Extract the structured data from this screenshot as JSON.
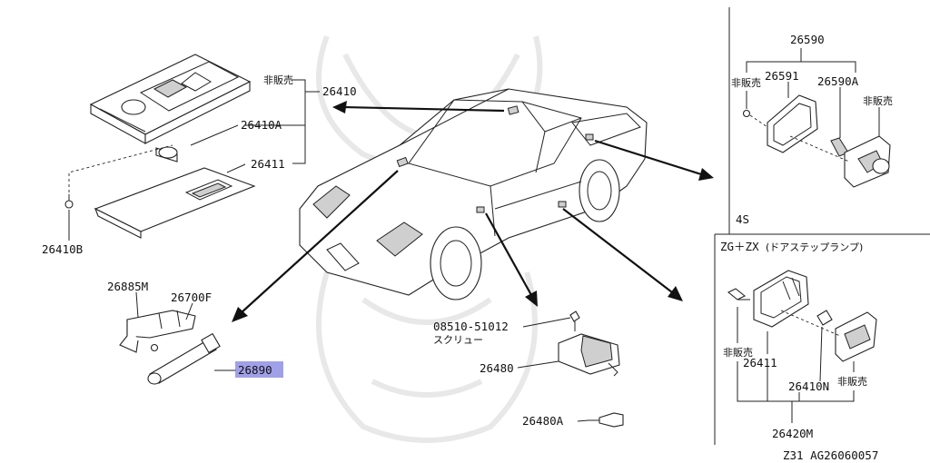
{
  "labels": {
    "p26410": "26410",
    "p26410A": "26410A",
    "p26411": "26411",
    "p26410B": "26410B",
    "hanbai_top": "非販売",
    "p26885M": "26885M",
    "p26700F": "26700F",
    "p26890": "26890",
    "p08510": "08510-51012",
    "screw": "スクリュー",
    "p26480": "26480",
    "p26480A": "26480A",
    "p26590": "26590",
    "p26591": "26591",
    "p26590A": "26590A",
    "hanbai_r1": "非販売",
    "hanbai_r2": "非販売",
    "variant_4s": "4S",
    "variant_zg": "ZG＋ZX",
    "variant_zg_note": "(ドアステップランプ)",
    "p26411r": "26411",
    "p26410N": "26410N",
    "hanbai_r3": "非販売",
    "hanbai_r4": "非販売",
    "p26420M": "26420M",
    "footer": "Z31  AG26060057"
  },
  "colors": {
    "highlight": "#8080e0",
    "line": "#222222",
    "watermark": "#e6e6e6"
  }
}
